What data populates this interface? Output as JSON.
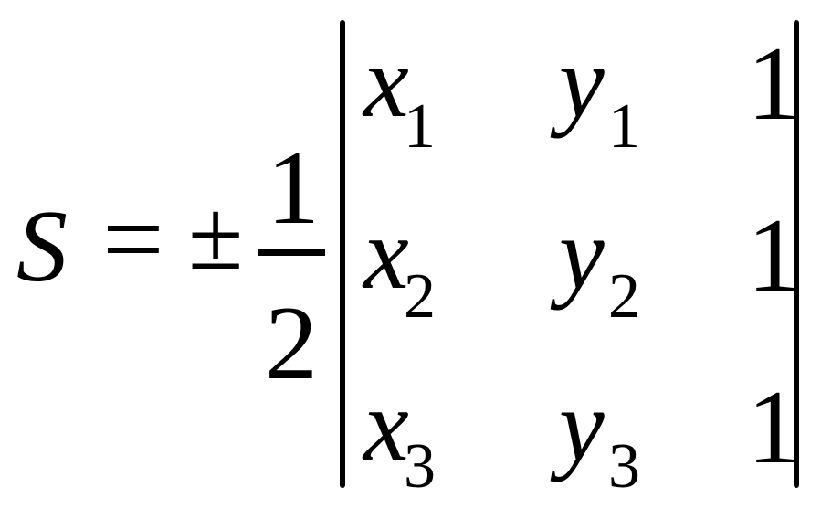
{
  "formula": {
    "lhs": "S",
    "equals": "=",
    "plus_minus": "±",
    "fraction": {
      "numerator": "1",
      "denominator": "2"
    },
    "determinant": {
      "rows": [
        {
          "x": "x",
          "x_sub": "1",
          "y": "y",
          "y_sub": "1",
          "one": "1"
        },
        {
          "x": "x",
          "x_sub": "2",
          "y": "y",
          "y_sub": "2",
          "one": "1"
        },
        {
          "x": "x",
          "x_sub": "3",
          "y": "y",
          "y_sub": "3",
          "one": "1"
        }
      ]
    }
  }
}
